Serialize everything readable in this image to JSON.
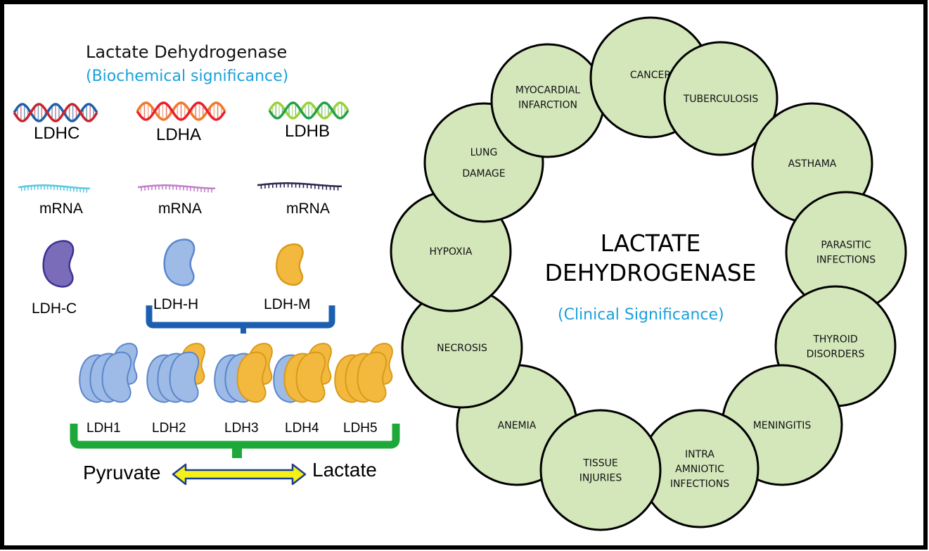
{
  "left_panel": {
    "title": "Lactate Dehydrogenase",
    "subtitle": "(Biochemical significance)",
    "genes": [
      {
        "label": "LDHC",
        "icon": "dna-helix-icon",
        "colors": [
          "#c8232c",
          "#1f5fa8"
        ]
      },
      {
        "label": "LDHA",
        "icon": "dna-helix-icon",
        "colors": [
          "#e8202a",
          "#f07a2a"
        ]
      },
      {
        "label": "LDHB",
        "icon": "dna-helix-icon",
        "colors": [
          "#23a04a",
          "#9bd13a"
        ]
      }
    ],
    "mrnas": [
      {
        "label": "mRNA",
        "icon": "mrna-strand-icon",
        "color": "#5bc8e0"
      },
      {
        "label": "mRNA",
        "icon": "mrna-strand-icon",
        "color": "#c27ec8"
      },
      {
        "label": "mRNA",
        "icon": "mrna-strand-icon",
        "color": "#2b2550"
      }
    ],
    "subunits": [
      {
        "label": "LDH-C",
        "icon": "protein-subunit-icon",
        "fill": "#7a6cb8",
        "stroke": "#3d3194"
      },
      {
        "label": "LDH-H",
        "icon": "protein-subunit-icon",
        "fill": "#9dbbe6",
        "stroke": "#5b86cc"
      },
      {
        "label": "LDH-M",
        "icon": "protein-subunit-icon",
        "fill": "#f2b93e",
        "stroke": "#d99a1a"
      }
    ],
    "isoenzymes": [
      {
        "label": "LDH1",
        "h_subunits": 4,
        "m_subunits": 0
      },
      {
        "label": "LDH2",
        "h_subunits": 3,
        "m_subunits": 1
      },
      {
        "label": "LDH3",
        "h_subunits": 2,
        "m_subunits": 2
      },
      {
        "label": "LDH4",
        "h_subunits": 1,
        "m_subunits": 3
      },
      {
        "label": "LDH5",
        "h_subunits": 0,
        "m_subunits": 4
      }
    ],
    "reaction": {
      "left": "Pyruvate",
      "right": "Lactate",
      "arrow": "double-arrow-icon"
    },
    "colors": {
      "blue_bracket": "#1c5fb0",
      "green_bracket": "#1fa83a",
      "arrow_fill": "#f5f019",
      "arrow_stroke": "#1b3f8f",
      "h_fill": "#9dbbe6",
      "h_stroke": "#5b86cc",
      "m_fill": "#f2b93e",
      "m_stroke": "#d99a1a"
    }
  },
  "right_panel": {
    "center_title_line1": "LACTATE",
    "center_title_line2": "DEHYDROGENASE",
    "center_subtitle": "(Clinical Significance)",
    "circle_fill": "#d4e7bb",
    "circle_stroke": "#000000",
    "conditions": [
      {
        "id": "anemia",
        "lines": [
          "ANEMIA"
        ]
      },
      {
        "id": "necrosis",
        "lines": [
          "NECROSIS"
        ]
      },
      {
        "id": "hypoxia",
        "lines": [
          "HYPOXIA"
        ]
      },
      {
        "id": "lung-damage",
        "lines": [
          "LUNG",
          "DAMAGE"
        ]
      },
      {
        "id": "myocardial-infarction",
        "lines": [
          "MYOCARDIAL",
          "INFARCTION"
        ]
      },
      {
        "id": "cancer",
        "lines": [
          "CANCER"
        ]
      },
      {
        "id": "tuberculosis",
        "lines": [
          "TUBERCULOSIS"
        ]
      },
      {
        "id": "asthama",
        "lines": [
          "ASTHAMA"
        ]
      },
      {
        "id": "parasitic-infections",
        "lines": [
          "PARASITIC",
          "INFECTIONS"
        ]
      },
      {
        "id": "thyroid-disorders",
        "lines": [
          "THYROID",
          "DISORDERS"
        ]
      },
      {
        "id": "meningitis",
        "lines": [
          "MENINGITIS"
        ]
      },
      {
        "id": "intra-amniotic-infections",
        "lines": [
          "INTRA",
          "AMNIOTIC",
          "INFECTIONS"
        ]
      },
      {
        "id": "tissue-injuries",
        "lines": [
          "TISSUE",
          "INJURIES"
        ]
      }
    ]
  }
}
